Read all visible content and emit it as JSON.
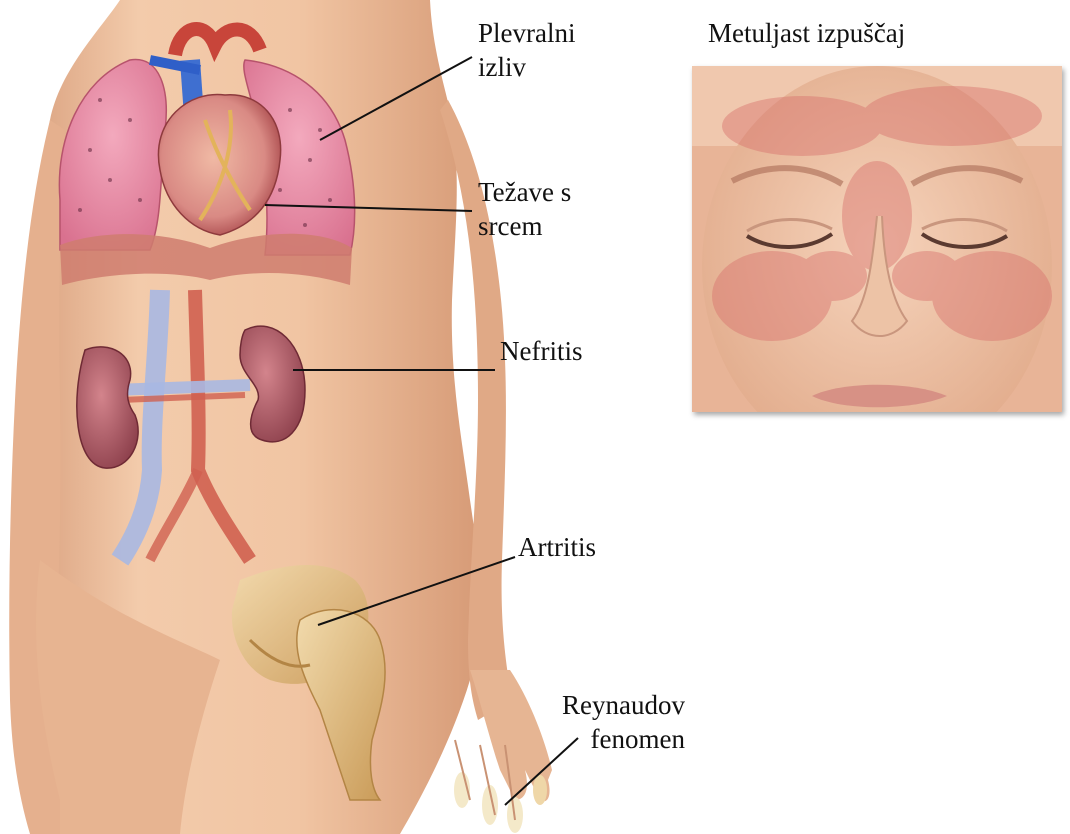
{
  "colors": {
    "skin": "#f1c7a6",
    "skin_shadow": "#d99d78",
    "lung": "#e58aa2",
    "heart": "#c9584e",
    "kidney": "#a8525c",
    "vein": "#8fa8d6",
    "artery": "#c64a3c",
    "bone": "#e3c58b",
    "rash": "#d8726d"
  },
  "labels": {
    "pleural": [
      "Plevralni",
      "izliv"
    ],
    "heart": [
      "Težave s",
      "srcem"
    ],
    "nephritis": "Nefritis",
    "arthritis": "Artritis",
    "raynaud": [
      "Reynaudov",
      "fenomen"
    ],
    "butterfly": "Metuljast izpuščaj"
  }
}
